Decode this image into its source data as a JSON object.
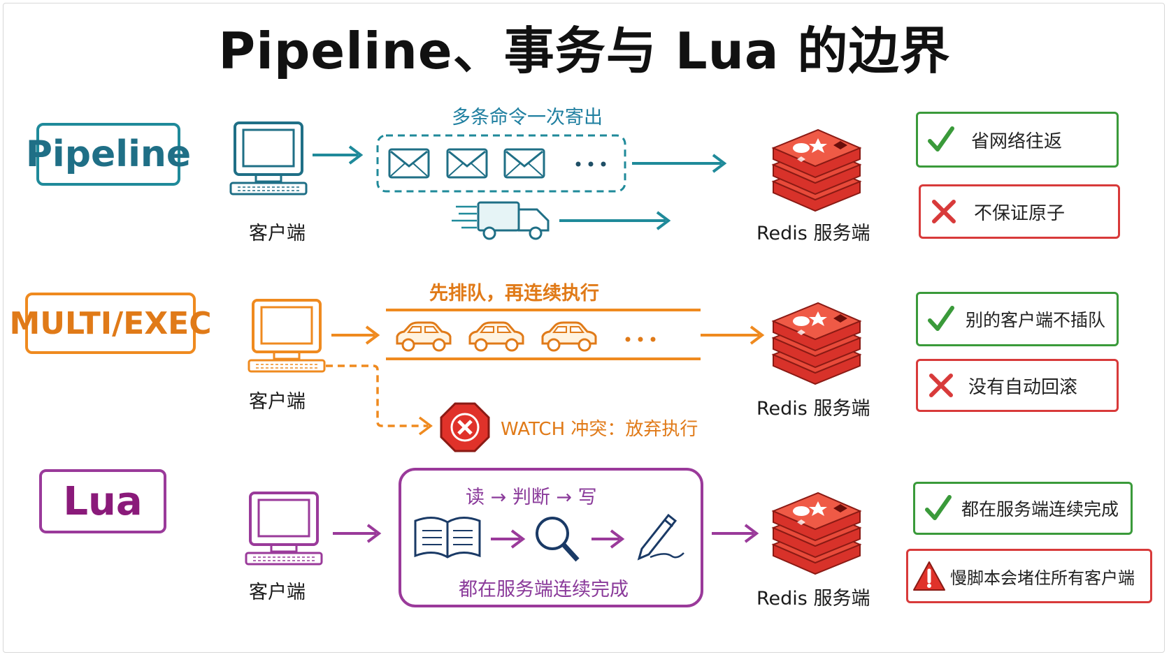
{
  "title": "Pipeline、事务与 Lua 的边界",
  "client_label": "客户端",
  "server_label": "Redis 服务端",
  "rows": [
    {
      "id": "pipeline",
      "label": "Pipeline",
      "color": "#1f8a9a",
      "top_caption": "多条命令一次寄出",
      "notes": [
        {
          "icon": "check-icon",
          "text": "省网络往返"
        },
        {
          "icon": "cross-icon",
          "text": "不保证原子"
        }
      ]
    },
    {
      "id": "multi-exec",
      "label": "MULTI/EXEC",
      "color": "#ef8a1f",
      "top_caption": "先排队，再连续执行",
      "watch_caption": "WATCH 冲突：放弃执行",
      "notes": [
        {
          "icon": "check-icon",
          "text": "别的客户端不插队"
        },
        {
          "icon": "cross-icon",
          "text": "没有自动回滚"
        }
      ]
    },
    {
      "id": "lua",
      "label": "Lua",
      "color": "#9a3a9a",
      "steps_caption": [
        "读",
        "判断",
        "写"
      ],
      "bottom_caption": "都在服务端连续完成",
      "notes": [
        {
          "icon": "check-icon",
          "text": "都在服务端连续完成"
        },
        {
          "icon": "warning-icon",
          "text": "慢脚本会堵住所有客户端"
        }
      ]
    }
  ]
}
